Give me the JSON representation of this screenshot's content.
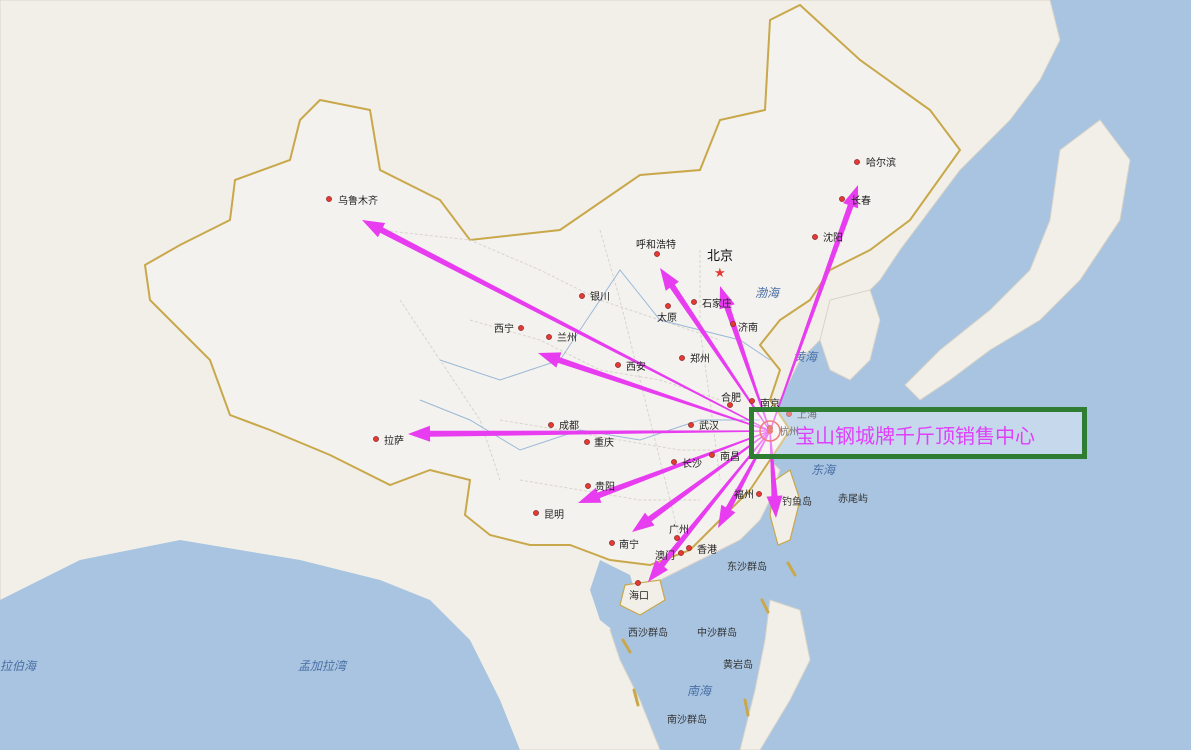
{
  "title": "宝山钢城牌千斤顶销售中心",
  "colors": {
    "arrow": "#e83cf0",
    "box_border": "#2e7d32",
    "title": "#e040fb",
    "sea": "#a8c4e0",
    "land": "#f2efe9",
    "border": "#c8a84a",
    "city_dot": "#e53935",
    "capital_star": "#e53935"
  },
  "capital": {
    "name": "北京"
  },
  "cities": [
    {
      "name": "哈尔滨"
    },
    {
      "name": "长春"
    },
    {
      "name": "沈阳"
    },
    {
      "name": "乌鲁木齐"
    },
    {
      "name": "呼和浩特"
    },
    {
      "name": "银川"
    },
    {
      "name": "石家庄"
    },
    {
      "name": "太原"
    },
    {
      "name": "济南"
    },
    {
      "name": "西宁"
    },
    {
      "name": "兰州"
    },
    {
      "name": "西安"
    },
    {
      "name": "郑州"
    },
    {
      "name": "合肥"
    },
    {
      "name": "南京"
    },
    {
      "name": "上海"
    },
    {
      "name": "杭州"
    },
    {
      "name": "武汉"
    },
    {
      "name": "成都"
    },
    {
      "name": "拉萨"
    },
    {
      "name": "重庆"
    },
    {
      "name": "南昌"
    },
    {
      "name": "长沙"
    },
    {
      "name": "贵阳"
    },
    {
      "name": "福州"
    },
    {
      "name": "昆明"
    },
    {
      "name": "广州"
    },
    {
      "name": "南宁"
    },
    {
      "name": "澳门"
    },
    {
      "name": "香港"
    },
    {
      "name": "海口"
    }
  ],
  "seas": [
    "渤海",
    "黄海",
    "东海",
    "南海",
    "孟加拉湾",
    "拉伯海"
  ],
  "islands": [
    "钓鱼岛",
    "赤尾屿",
    "东沙群岛",
    "西沙群岛",
    "中沙群岛",
    "黄岩岛",
    "南沙群岛"
  ],
  "arrow_targets": [
    "乌鲁木齐",
    "兰州",
    "拉萨",
    "呼和浩特",
    "北京",
    "哈尔滨",
    "昆明",
    "南宁",
    "海口",
    "广州",
    "台湾"
  ]
}
